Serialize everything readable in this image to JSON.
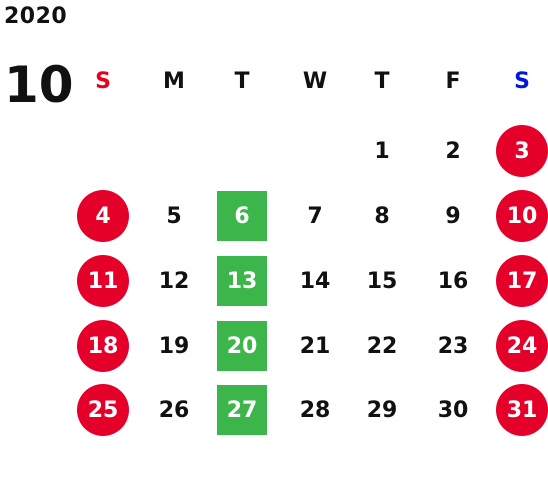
{
  "calendar": {
    "year": "2020",
    "month": "10",
    "weekdays": [
      "S",
      "M",
      "T",
      "W",
      "T",
      "F",
      "S"
    ],
    "weekday_colors": [
      "#e8001c",
      "#111111",
      "#111111",
      "#111111",
      "#111111",
      "#111111",
      "#0019d6"
    ],
    "colors": {
      "sunday_circle": "#e5002a",
      "saturday_circle": "#e5002a",
      "tuesday_box": "#3cb54a"
    },
    "weeks": [
      [
        "",
        "",
        "",
        "",
        "1",
        "2",
        "3"
      ],
      [
        "4",
        "5",
        "6",
        "7",
        "8",
        "9",
        "10"
      ],
      [
        "11",
        "12",
        "13",
        "14",
        "15",
        "16",
        "17"
      ],
      [
        "18",
        "19",
        "20",
        "21",
        "22",
        "23",
        "24"
      ],
      [
        "25",
        "26",
        "27",
        "28",
        "29",
        "30",
        "31"
      ]
    ],
    "highlighted_tuesdays": [
      "6",
      "13",
      "20",
      "27"
    ]
  }
}
